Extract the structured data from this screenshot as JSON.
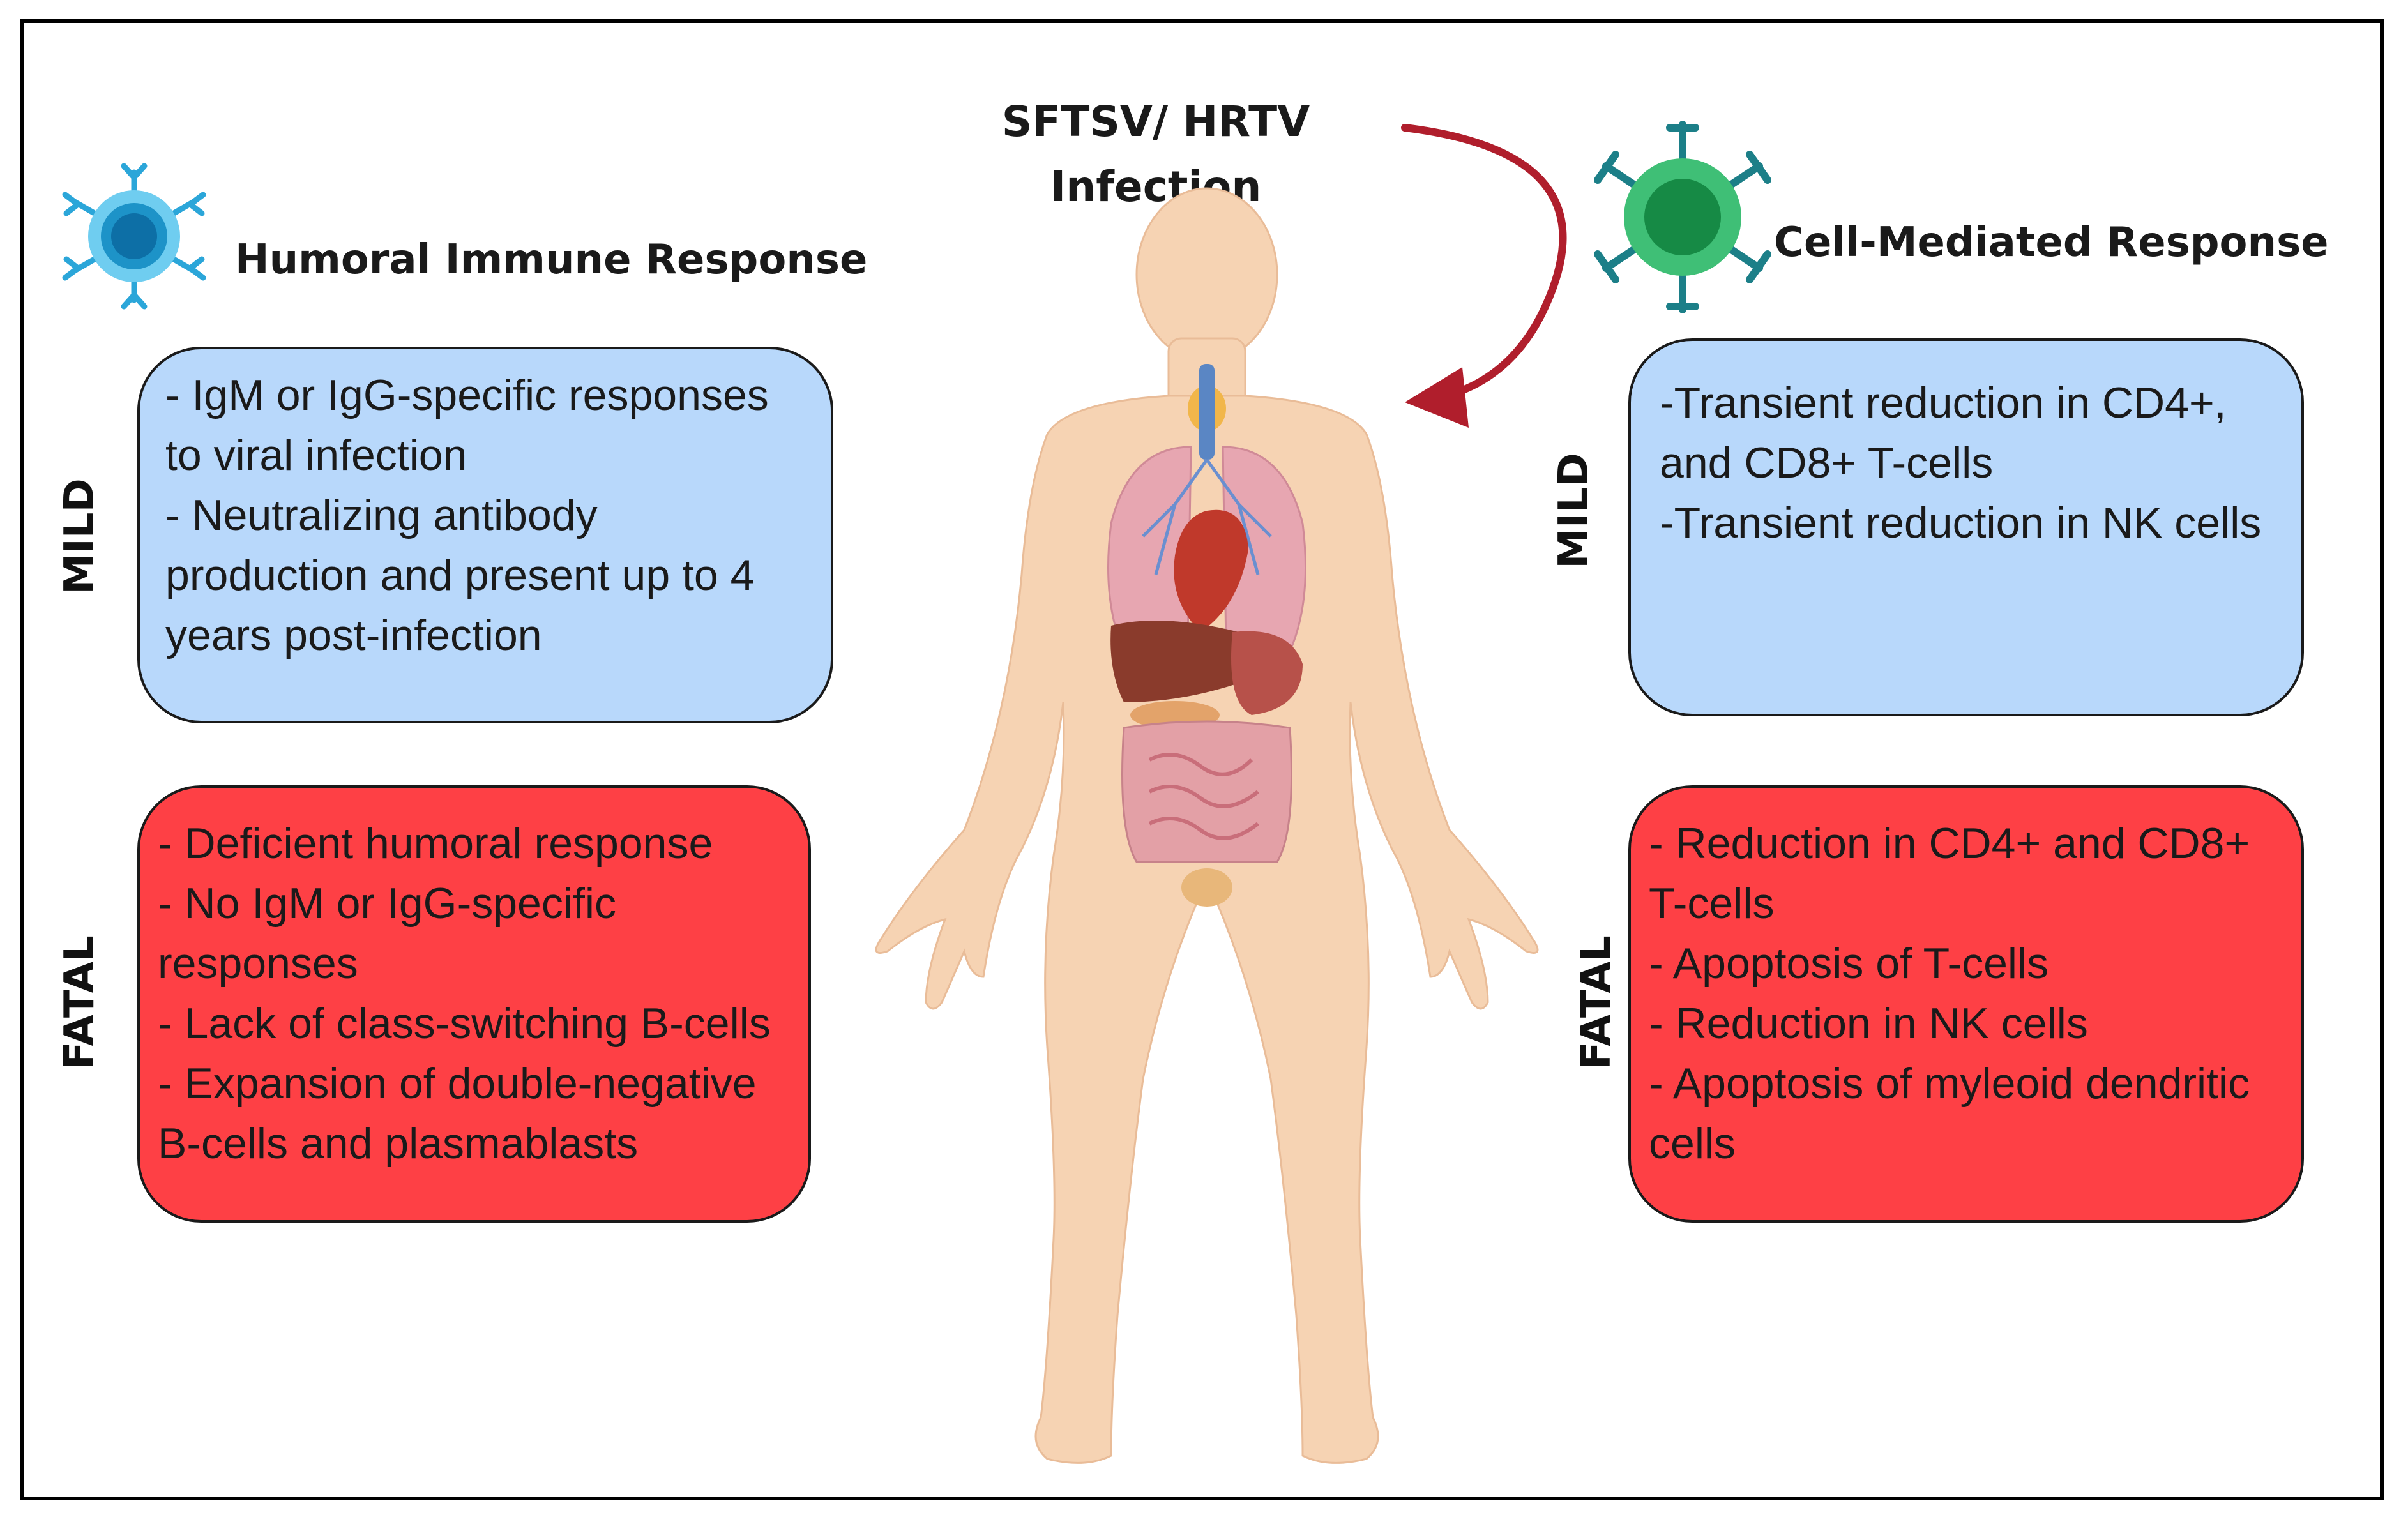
{
  "center": {
    "title_line1": "SFTSV/ HRTV",
    "title_line2": "Infection"
  },
  "left": {
    "heading": "Humoral Immune Response",
    "mild_label": "MILD",
    "fatal_label": "FATAL",
    "mild_items": [
      "- IgM or IgG-specific responses",
      "to viral infection",
      "- Neutralizing antibody",
      "production and present up to 4",
      "years post-infection"
    ],
    "fatal_items": [
      "- Deficient humoral response",
      "- No IgM or IgG-specific",
      "responses",
      "- Lack of class-switching B-cells",
      "- Expansion of double-negative",
      "B-cells and plasmablasts"
    ]
  },
  "right": {
    "heading": "Cell-Mediated Response",
    "mild_label": "MILD",
    "fatal_label": "FATAL",
    "mild_items": [
      "-Transient reduction in CD4+,",
      "and CD8+ T-cells",
      "-Transient reduction in NK cells"
    ],
    "fatal_items": [
      "- Reduction in CD4+ and CD8+",
      "T-cells",
      "- Apoptosis of T-cells",
      "- Reduction in NK cells",
      "- Apoptosis of myleoid dendritic",
      "cells"
    ]
  },
  "colors": {
    "mild_box": "#b8d8fb",
    "fatal_box": "#fe4045",
    "b_cell": "#2ba6d9",
    "t_cell": "#3fbf76",
    "arrow": "#b01e2c",
    "skin": "#f6d3b3"
  }
}
